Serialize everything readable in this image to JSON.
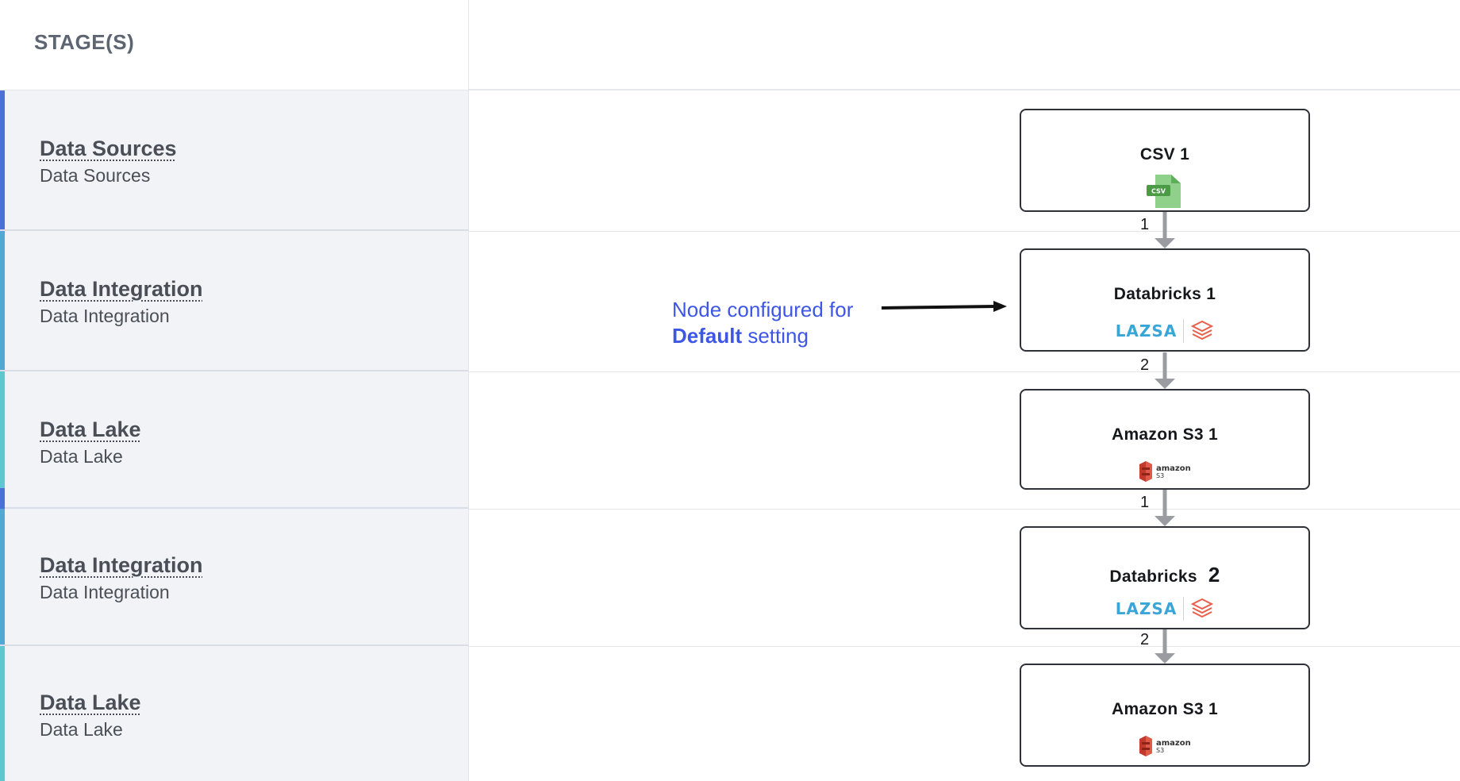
{
  "header": {
    "stages_title": "STAGE(S)"
  },
  "stages": [
    {
      "title": "Data Sources",
      "subtitle": "Data Sources",
      "accent": "#4f6fd8"
    },
    {
      "title": "Data Integration",
      "subtitle": "Data Integration",
      "accent": "#4fa9d4"
    },
    {
      "title": "Data Lake",
      "subtitle": "Data Lake",
      "accent": "#5ec8cf"
    },
    {
      "title": "Data Integration",
      "subtitle": "Data Integration",
      "accent": "#4fa9d4"
    },
    {
      "title": "Data Lake",
      "subtitle": "Data Lake",
      "accent": "#5ec8cf"
    }
  ],
  "nodes": [
    {
      "title": "CSV 1",
      "logo": "csv-file-icon",
      "csv_label": "CSV"
    },
    {
      "title": "Databricks 1",
      "logo": "lazsa-databricks-logo",
      "lazsa_text": "LAZSA"
    },
    {
      "title": "Amazon S3 1",
      "logo": "amazon-s3-logo",
      "brand_text": "amazon",
      "brand_sub": "S3"
    },
    {
      "title": "Databricks",
      "title_number": "2",
      "logo": "lazsa-databricks-logo",
      "lazsa_text": "LAZSA"
    },
    {
      "title": "Amazon S3 1",
      "logo": "amazon-s3-logo",
      "brand_text": "amazon",
      "brand_sub": "S3"
    }
  ],
  "edges": [
    {
      "label": "1"
    },
    {
      "label": "2"
    },
    {
      "label": "1"
    },
    {
      "label": "2"
    }
  ],
  "annotation": {
    "line1": "Node configured for",
    "bold": "Default",
    "line2_rest": " setting",
    "color": "#3e56e6"
  },
  "colors": {
    "csv_green": "#7cc27a",
    "databricks_red": "#e8604c",
    "s3_red": "#c0392b",
    "lazsa_blue": "#3aa6d8",
    "connector_gray": "#9a9ca1"
  }
}
